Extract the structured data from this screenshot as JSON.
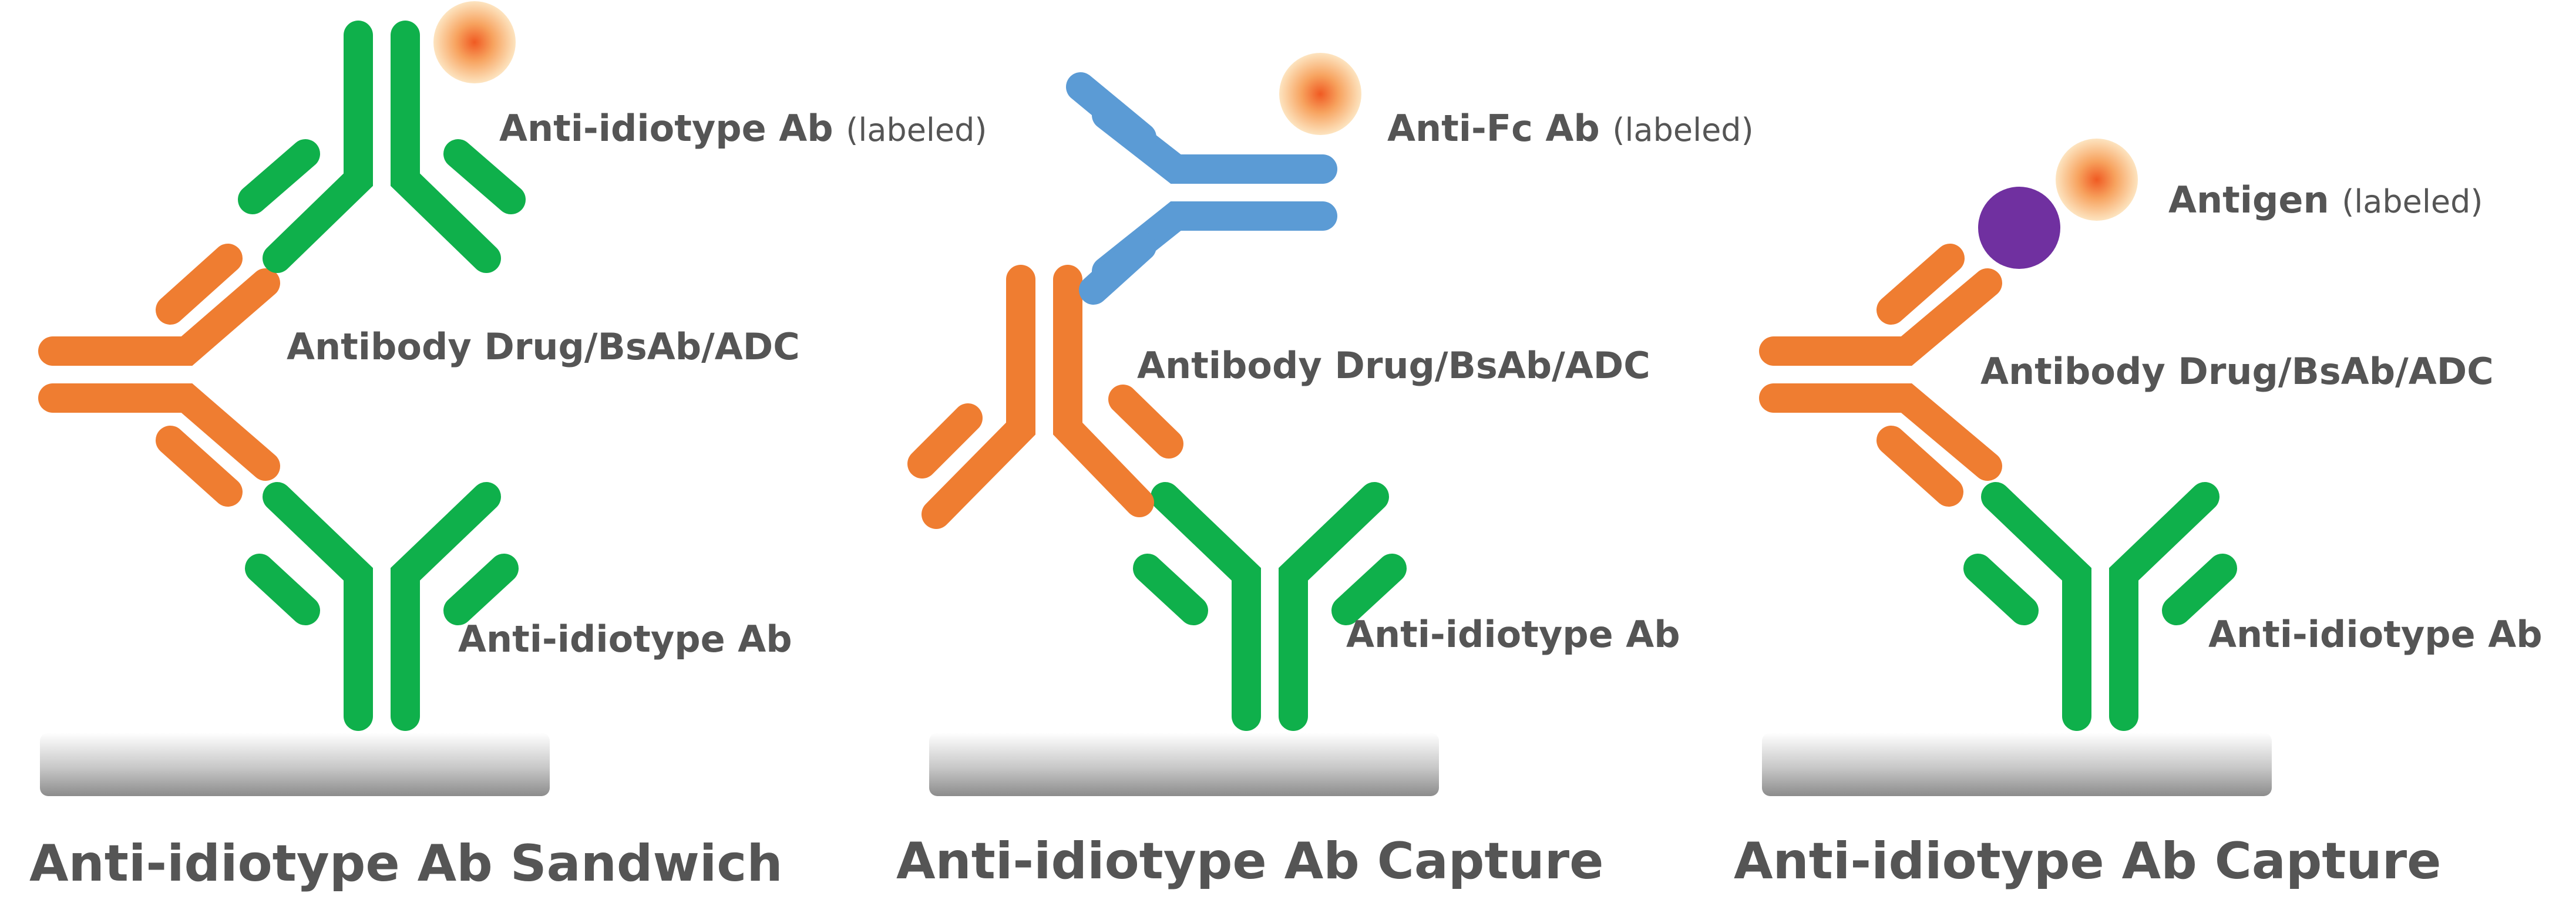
{
  "colors": {
    "green": "#0fb04b",
    "orange": "#ef7d31",
    "blue": "#5b9bd5",
    "purple": "#7030a0",
    "text": "#555555",
    "label_core": "#f05a22",
    "label_halo": "#fde4c0"
  },
  "panels": [
    {
      "title": "Anti-idiotype Ab Sandwich",
      "top_label": "Anti-idiotype Ab",
      "top_label_suffix": "(labeled)",
      "middle_label": "Antibody Drug/BsAb/ADC",
      "bottom_label": "Anti-idiotype Ab"
    },
    {
      "title": "Anti-idiotype Ab Capture",
      "top_label": "Anti-Fc Ab",
      "top_label_suffix": "(labeled)",
      "middle_label": "Antibody Drug/BsAb/ADC",
      "bottom_label": "Anti-idiotype Ab"
    },
    {
      "title": "Anti-idiotype Ab Capture",
      "top_label": "Antigen",
      "top_label_suffix": "(labeled)",
      "middle_label": "Antibody Drug/BsAb/ADC",
      "bottom_label": "Anti-idiotype Ab"
    }
  ]
}
